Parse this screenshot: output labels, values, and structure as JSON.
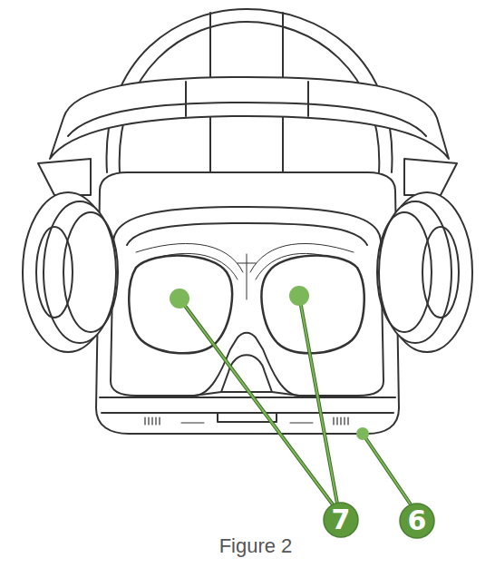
{
  "diagram": {
    "caption": "Figure 2",
    "nodes": [
      {
        "text": [
          "7"
        ]
      },
      {
        "text": [
          "6"
        ]
      }
    ]
  }
}
